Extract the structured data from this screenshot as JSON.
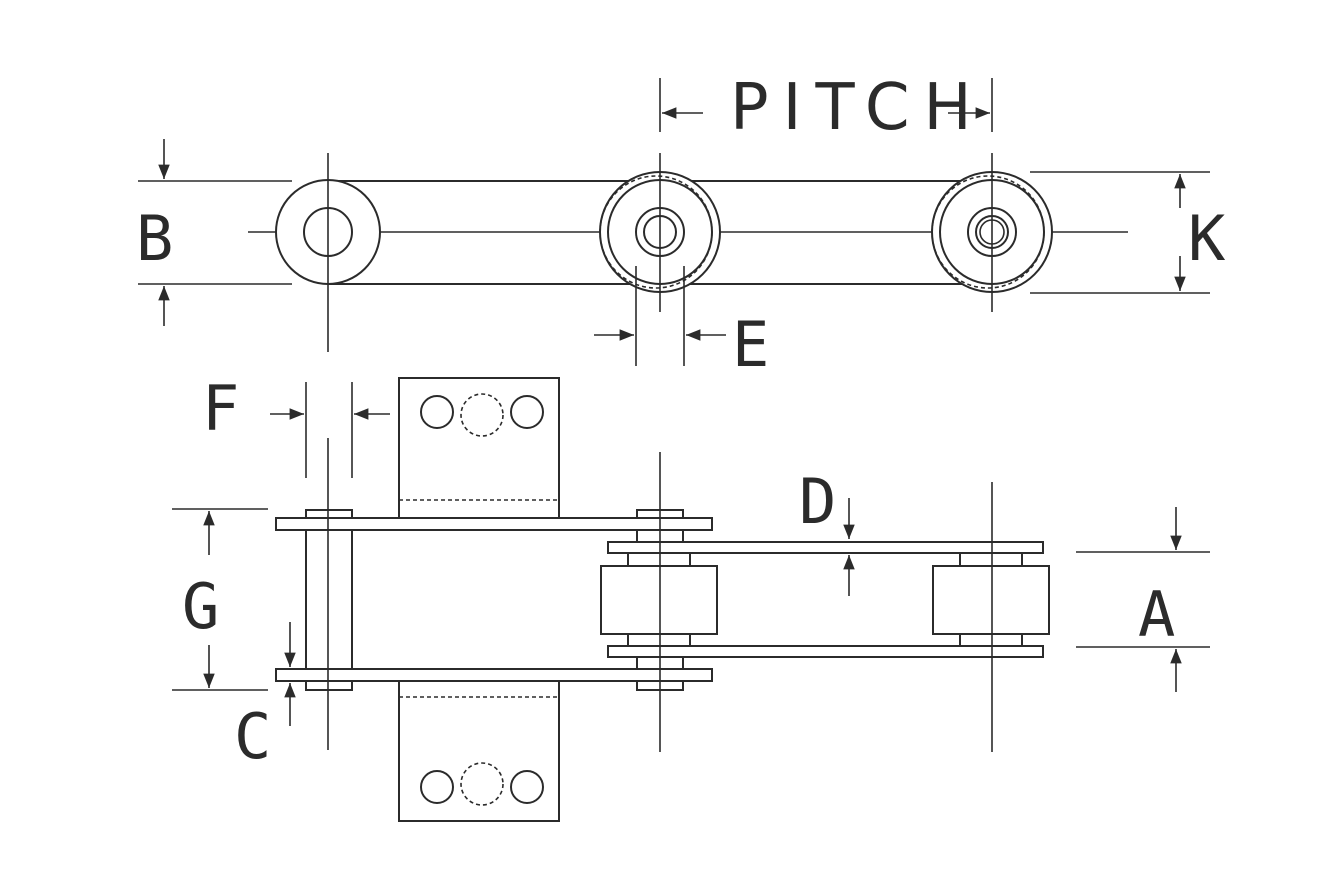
{
  "labels": {
    "pitch": "PITCH",
    "b": "B",
    "k": "K",
    "e": "E",
    "f": "F",
    "d": "D",
    "g": "G",
    "a": "A",
    "c": "C"
  },
  "colors": {
    "line": "#2b2b2b",
    "background": "#ffffff"
  }
}
